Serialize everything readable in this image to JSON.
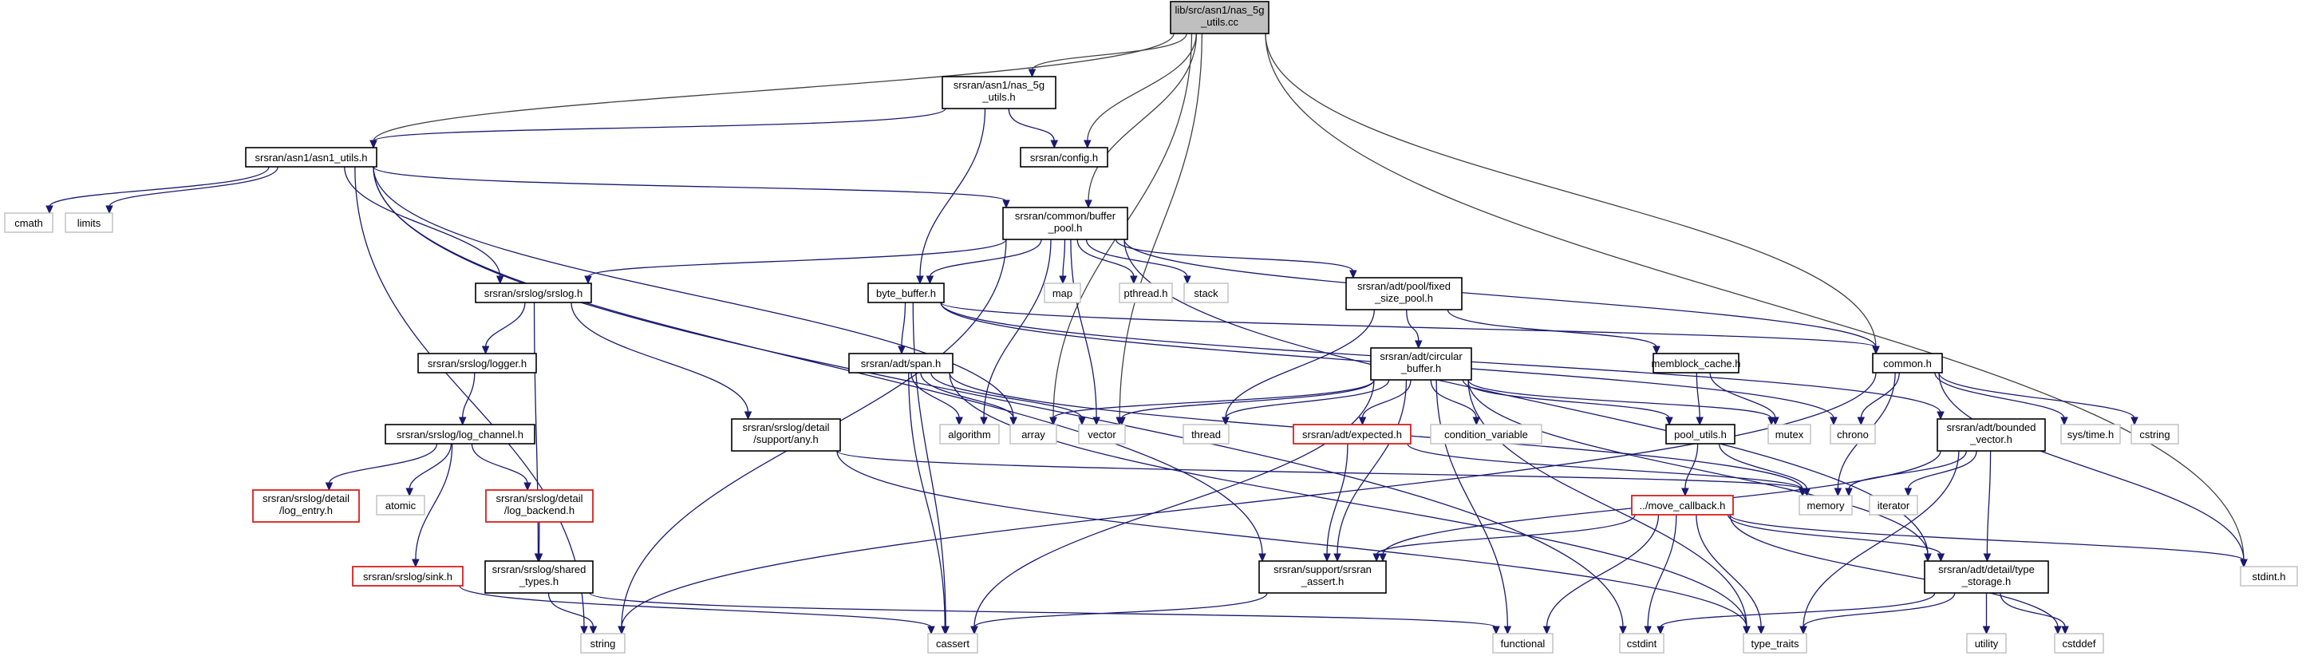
{
  "diagram": {
    "kind": "include-dependency-graph",
    "nodes": [
      {
        "id": "nas5g_cc",
        "lines": [
          "lib/src/asn1/nas_5g",
          "_utils.cc"
        ],
        "style": "root"
      },
      {
        "id": "nas5g_h",
        "lines": [
          "srsran/asn1/nas_5g",
          "_utils.h"
        ],
        "style": "box"
      },
      {
        "id": "asn1_utils",
        "lines": [
          "srsran/asn1/asn1_utils.h"
        ],
        "style": "box"
      },
      {
        "id": "config",
        "lines": [
          "srsran/config.h"
        ],
        "style": "box"
      },
      {
        "id": "cmath",
        "lines": [
          "cmath"
        ],
        "style": "sys"
      },
      {
        "id": "limits",
        "lines": [
          "limits"
        ],
        "style": "sys"
      },
      {
        "id": "buffer_pool",
        "lines": [
          "srsran/common/buffer",
          "_pool.h"
        ],
        "style": "box"
      },
      {
        "id": "srslog",
        "lines": [
          "srsran/srslog/srslog.h"
        ],
        "style": "box"
      },
      {
        "id": "byte_buffer",
        "lines": [
          "byte_buffer.h"
        ],
        "style": "box"
      },
      {
        "id": "map",
        "lines": [
          "map"
        ],
        "style": "sys"
      },
      {
        "id": "pthread",
        "lines": [
          "pthread.h"
        ],
        "style": "sys"
      },
      {
        "id": "stack",
        "lines": [
          "stack"
        ],
        "style": "sys"
      },
      {
        "id": "fixed_pool",
        "lines": [
          "srsran/adt/pool/fixed",
          "_size_pool.h"
        ],
        "style": "box"
      },
      {
        "id": "common_h",
        "lines": [
          "common.h"
        ],
        "style": "box"
      },
      {
        "id": "logger",
        "lines": [
          "srsran/srslog/logger.h"
        ],
        "style": "box"
      },
      {
        "id": "span",
        "lines": [
          "srsran/adt/span.h"
        ],
        "style": "box"
      },
      {
        "id": "circular",
        "lines": [
          "srsran/adt/circular",
          "_buffer.h"
        ],
        "style": "box"
      },
      {
        "id": "memblock",
        "lines": [
          "memblock_cache.h"
        ],
        "style": "box"
      },
      {
        "id": "log_channel",
        "lines": [
          "srsran/srslog/log_channel.h"
        ],
        "style": "box"
      },
      {
        "id": "any_h",
        "lines": [
          "srsran/srslog/detail",
          "/support/any.h"
        ],
        "style": "box"
      },
      {
        "id": "algorithm",
        "lines": [
          "algorithm"
        ],
        "style": "sys"
      },
      {
        "id": "array",
        "lines": [
          "array"
        ],
        "style": "sys"
      },
      {
        "id": "vector",
        "lines": [
          "vector"
        ],
        "style": "sys"
      },
      {
        "id": "thread",
        "lines": [
          "thread"
        ],
        "style": "sys"
      },
      {
        "id": "expected",
        "lines": [
          "srsran/adt/expected.h"
        ],
        "style": "missing"
      },
      {
        "id": "condvar",
        "lines": [
          "condition_variable"
        ],
        "style": "sys"
      },
      {
        "id": "pool_utils",
        "lines": [
          "pool_utils.h"
        ],
        "style": "box"
      },
      {
        "id": "mutex",
        "lines": [
          "mutex"
        ],
        "style": "sys"
      },
      {
        "id": "chrono",
        "lines": [
          "chrono"
        ],
        "style": "sys"
      },
      {
        "id": "bounded_vec",
        "lines": [
          "srsran/adt/bounded",
          "_vector.h"
        ],
        "style": "box"
      },
      {
        "id": "systime",
        "lines": [
          "sys/time.h"
        ],
        "style": "sys"
      },
      {
        "id": "cstring",
        "lines": [
          "cstring"
        ],
        "style": "sys"
      },
      {
        "id": "log_entry",
        "lines": [
          "srsran/srslog/detail",
          "/log_entry.h"
        ],
        "style": "missing"
      },
      {
        "id": "atomic",
        "lines": [
          "atomic"
        ],
        "style": "sys"
      },
      {
        "id": "log_backend",
        "lines": [
          "srsran/srslog/detail",
          "/log_backend.h"
        ],
        "style": "missing"
      },
      {
        "id": "memory",
        "lines": [
          "memory"
        ],
        "style": "sys"
      },
      {
        "id": "iterator",
        "lines": [
          "iterator"
        ],
        "style": "sys"
      },
      {
        "id": "move_cb",
        "lines": [
          "../move_callback.h"
        ],
        "style": "missing"
      },
      {
        "id": "sink",
        "lines": [
          "srsran/srslog/sink.h"
        ],
        "style": "missing"
      },
      {
        "id": "shared_types",
        "lines": [
          "srsran/srslog/shared",
          "_types.h"
        ],
        "style": "box"
      },
      {
        "id": "srsran_assert",
        "lines": [
          "srsran/support/srsran",
          "_assert.h"
        ],
        "style": "box"
      },
      {
        "id": "type_storage",
        "lines": [
          "srsran/adt/detail/type",
          "_storage.h"
        ],
        "style": "box"
      },
      {
        "id": "stdint_h",
        "lines": [
          "stdint.h"
        ],
        "style": "sys"
      },
      {
        "id": "string",
        "lines": [
          "string"
        ],
        "style": "sys"
      },
      {
        "id": "cassert",
        "lines": [
          "cassert"
        ],
        "style": "sys"
      },
      {
        "id": "functional",
        "lines": [
          "functional"
        ],
        "style": "sys"
      },
      {
        "id": "cstdint",
        "lines": [
          "cstdint"
        ],
        "style": "sys"
      },
      {
        "id": "type_traits",
        "lines": [
          "type_traits"
        ],
        "style": "sys"
      },
      {
        "id": "utility",
        "lines": [
          "utility"
        ],
        "style": "sys"
      },
      {
        "id": "cstddef",
        "lines": [
          "cstddef"
        ],
        "style": "sys"
      }
    ],
    "edges": [
      [
        "nas5g_cc",
        "nas5g_h"
      ],
      [
        "nas5g_cc",
        "asn1_utils"
      ],
      [
        "nas5g_cc",
        "config"
      ],
      [
        "nas5g_cc",
        "buffer_pool"
      ],
      [
        "nas5g_cc",
        "common_h"
      ],
      [
        "nas5g_cc",
        "array"
      ],
      [
        "nas5g_cc",
        "vector"
      ],
      [
        "nas5g_cc",
        "stdint_h"
      ],
      [
        "nas5g_h",
        "asn1_utils"
      ],
      [
        "nas5g_h",
        "config"
      ],
      [
        "nas5g_h",
        "byte_buffer"
      ],
      [
        "asn1_utils",
        "cmath"
      ],
      [
        "asn1_utils",
        "limits"
      ],
      [
        "asn1_utils",
        "buffer_pool"
      ],
      [
        "asn1_utils",
        "srslog"
      ],
      [
        "asn1_utils",
        "array"
      ],
      [
        "asn1_utils",
        "string"
      ],
      [
        "asn1_utils",
        "srsran_assert"
      ],
      [
        "asn1_utils",
        "cstdint"
      ],
      [
        "buffer_pool",
        "srslog"
      ],
      [
        "buffer_pool",
        "byte_buffer"
      ],
      [
        "buffer_pool",
        "map"
      ],
      [
        "buffer_pool",
        "pthread"
      ],
      [
        "buffer_pool",
        "stack"
      ],
      [
        "buffer_pool",
        "fixed_pool"
      ],
      [
        "buffer_pool",
        "common_h"
      ],
      [
        "buffer_pool",
        "algorithm"
      ],
      [
        "buffer_pool",
        "vector"
      ],
      [
        "buffer_pool",
        "string"
      ],
      [
        "buffer_pool",
        "type_storage"
      ],
      [
        "srslog",
        "logger"
      ],
      [
        "srslog",
        "any_h"
      ],
      [
        "srslog",
        "shared_types"
      ],
      [
        "logger",
        "log_channel"
      ],
      [
        "log_channel",
        "log_entry"
      ],
      [
        "log_channel",
        "atomic"
      ],
      [
        "log_channel",
        "log_backend"
      ],
      [
        "log_channel",
        "sink"
      ],
      [
        "log_backend",
        "shared_types"
      ],
      [
        "sink",
        "cassert"
      ],
      [
        "shared_types",
        "string"
      ],
      [
        "shared_types",
        "functional"
      ],
      [
        "byte_buffer",
        "span"
      ],
      [
        "byte_buffer",
        "common_h"
      ],
      [
        "byte_buffer",
        "bounded_vec"
      ],
      [
        "byte_buffer",
        "chrono"
      ],
      [
        "byte_buffer",
        "cassert"
      ],
      [
        "span",
        "algorithm"
      ],
      [
        "span",
        "array"
      ],
      [
        "span",
        "vector"
      ],
      [
        "span",
        "memory"
      ],
      [
        "span",
        "type_traits"
      ],
      [
        "span",
        "cassert"
      ],
      [
        "any_h",
        "memory"
      ],
      [
        "any_h",
        "type_traits"
      ],
      [
        "fixed_pool",
        "circular"
      ],
      [
        "fixed_pool",
        "memblock"
      ],
      [
        "fixed_pool",
        "thread"
      ],
      [
        "circular",
        "array"
      ],
      [
        "circular",
        "vector"
      ],
      [
        "circular",
        "thread"
      ],
      [
        "circular",
        "expected"
      ],
      [
        "circular",
        "condvar"
      ],
      [
        "circular",
        "pool_utils"
      ],
      [
        "circular",
        "mutex"
      ],
      [
        "circular",
        "srsran_assert"
      ],
      [
        "circular",
        "type_storage"
      ],
      [
        "circular",
        "cassert"
      ],
      [
        "circular",
        "functional"
      ],
      [
        "circular",
        "type_traits"
      ],
      [
        "memblock",
        "pool_utils"
      ],
      [
        "memblock",
        "mutex"
      ],
      [
        "pool_utils",
        "move_cb"
      ],
      [
        "pool_utils",
        "memory"
      ],
      [
        "expected",
        "srsran_assert"
      ],
      [
        "expected",
        "memory"
      ],
      [
        "move_cb",
        "srsran_assert"
      ],
      [
        "move_cb",
        "type_storage"
      ],
      [
        "move_cb",
        "stdint_h"
      ],
      [
        "move_cb",
        "cstddef"
      ],
      [
        "move_cb",
        "functional"
      ],
      [
        "move_cb",
        "cstdint"
      ],
      [
        "move_cb",
        "type_traits"
      ],
      [
        "common_h",
        "chrono"
      ],
      [
        "common_h",
        "memory"
      ],
      [
        "common_h",
        "systime"
      ],
      [
        "common_h",
        "cstring"
      ],
      [
        "common_h",
        "stdint_h"
      ],
      [
        "common_h",
        "string"
      ],
      [
        "bounded_vec",
        "memory"
      ],
      [
        "bounded_vec",
        "iterator"
      ],
      [
        "bounded_vec",
        "srsran_assert"
      ],
      [
        "bounded_vec",
        "type_storage"
      ],
      [
        "bounded_vec",
        "type_traits"
      ],
      [
        "srsran_assert",
        "cassert"
      ],
      [
        "type_storage",
        "cstdint"
      ],
      [
        "type_storage",
        "type_traits"
      ],
      [
        "type_storage",
        "utility"
      ],
      [
        "type_storage",
        "cstddef"
      ]
    ]
  }
}
